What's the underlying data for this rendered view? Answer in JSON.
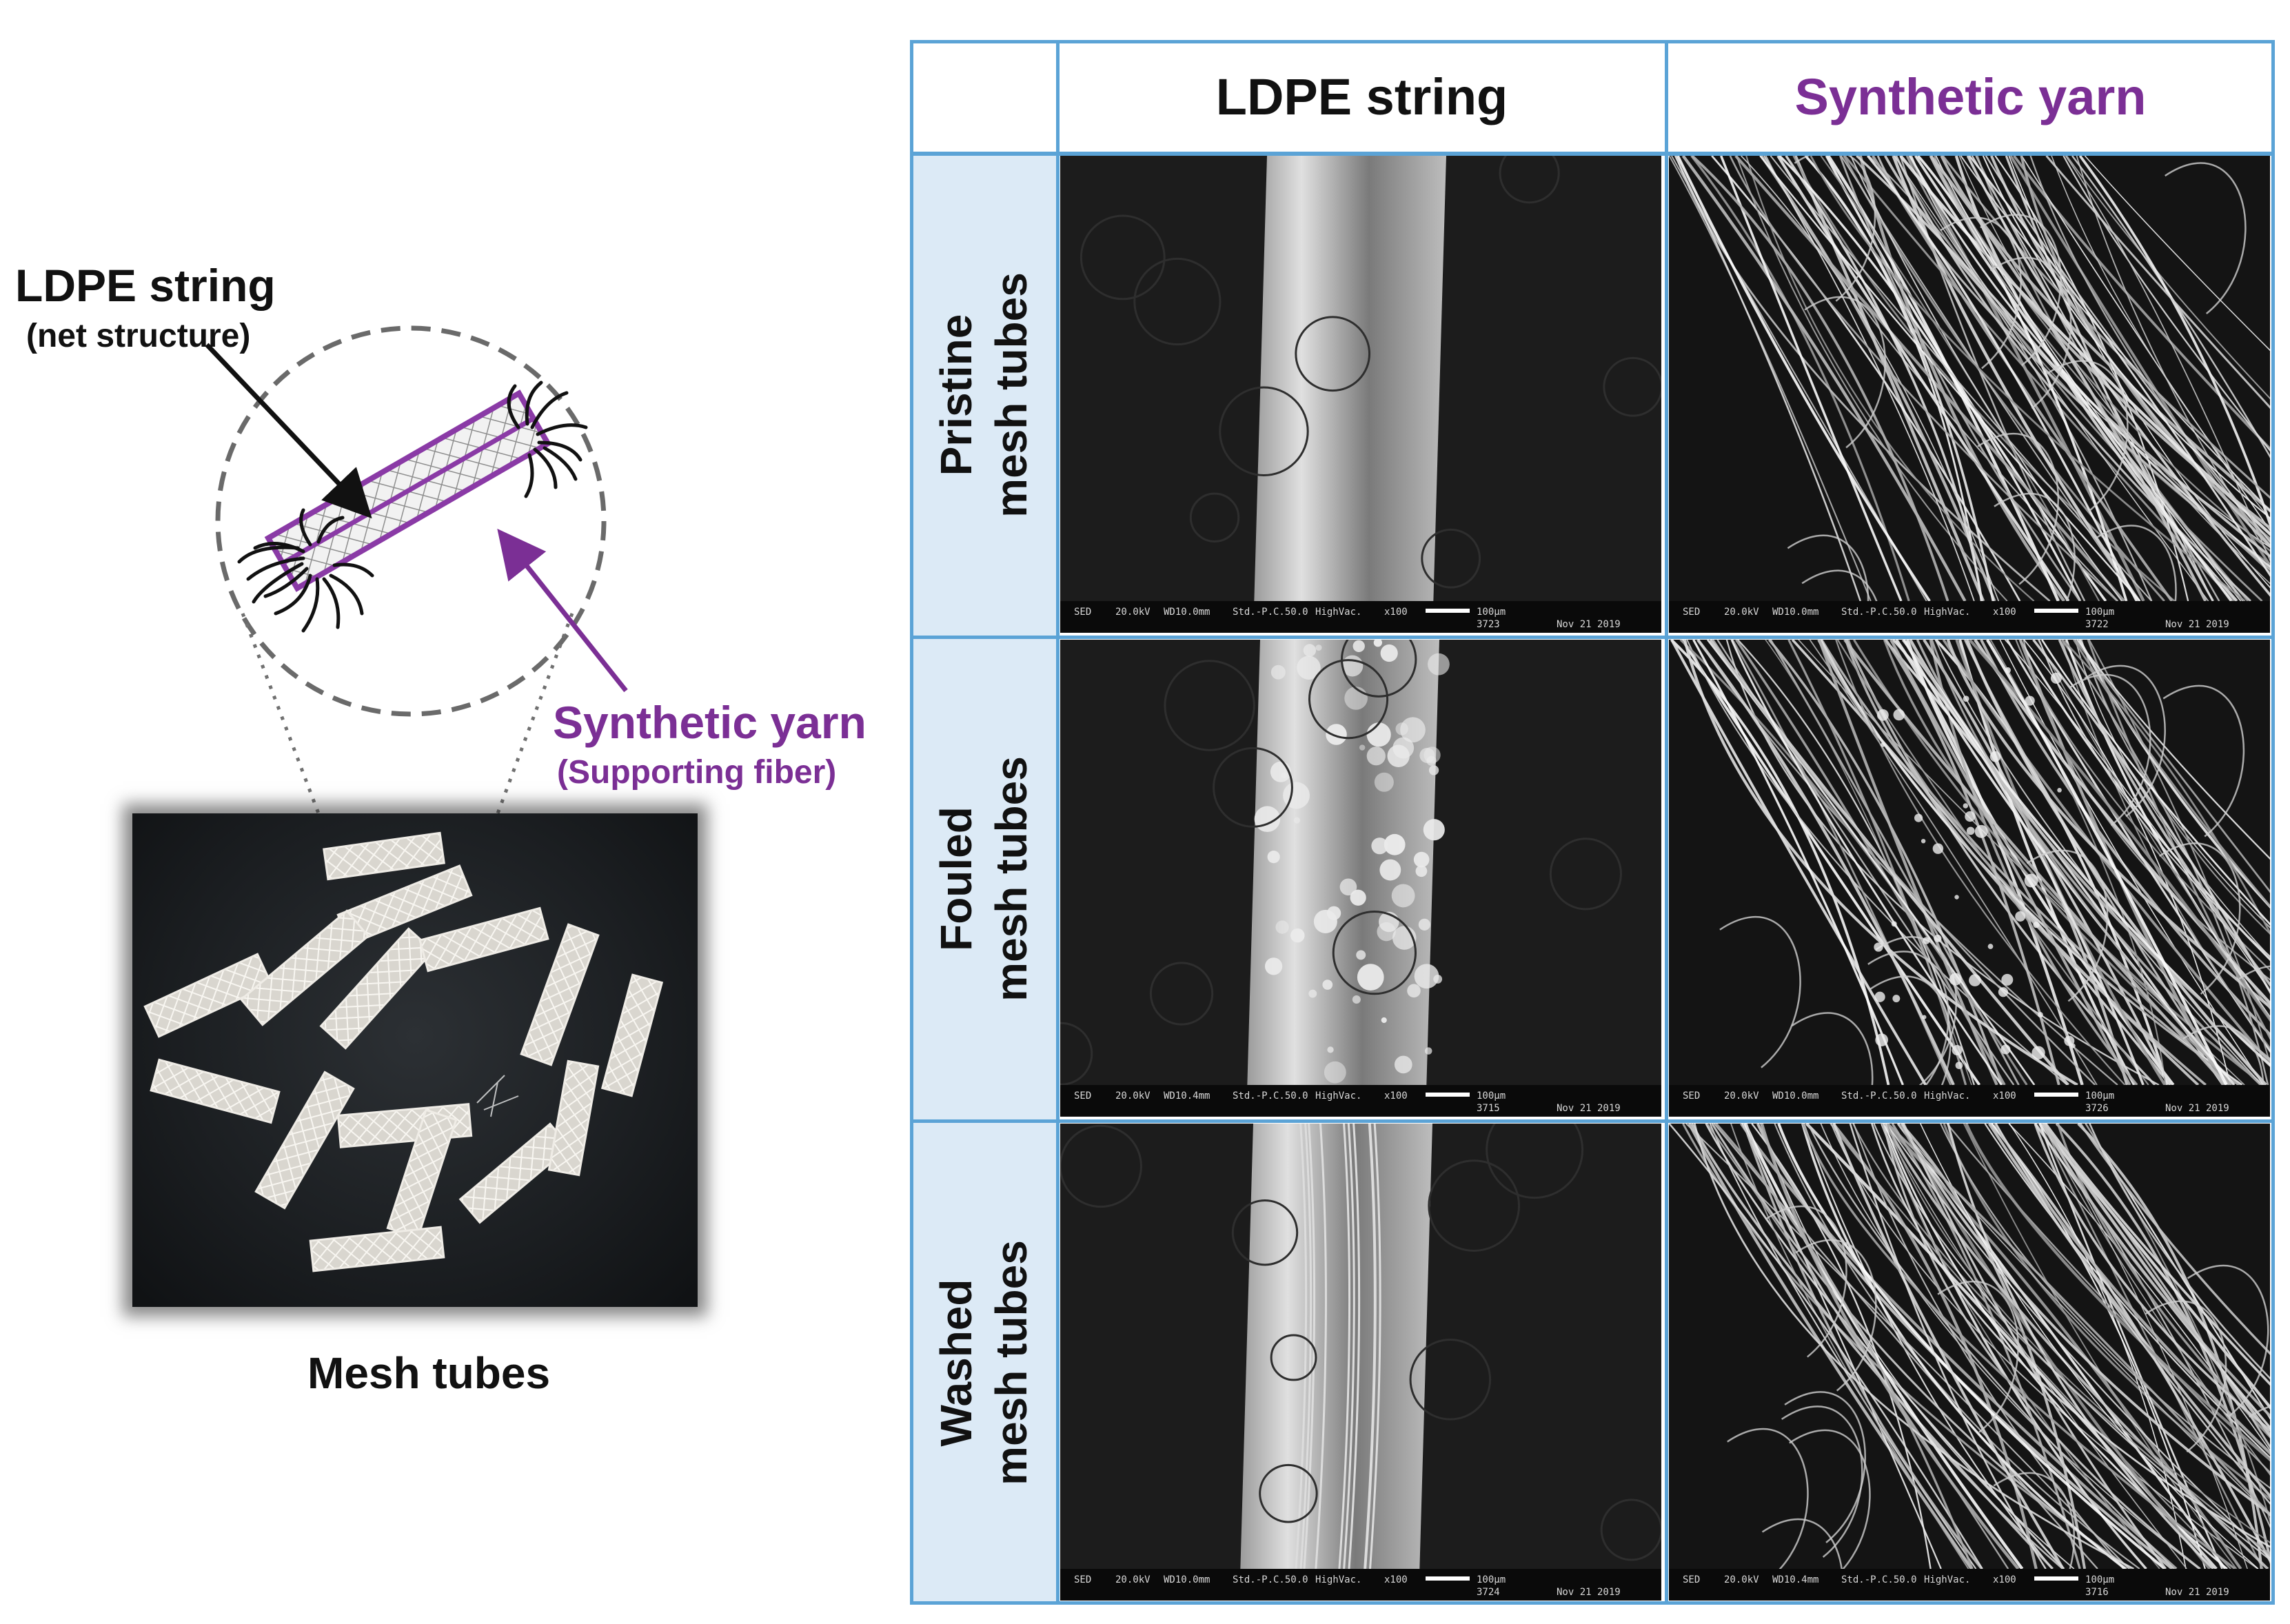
{
  "schematic": {
    "ldpe_label": "LDPE string",
    "ldpe_sublabel": "(net structure)",
    "yarn_label": "Synthetic yarn",
    "yarn_sublabel": "(Supporting fiber)",
    "photo_caption": "Mesh tubes"
  },
  "table": {
    "columns": [
      "LDPE string",
      "Synthetic yarn"
    ],
    "rows": [
      {
        "line1": "Pristine",
        "line2": "mesh tubes"
      },
      {
        "line1": "Fouled",
        "line2": "mesh tubes"
      },
      {
        "line1": "Washed",
        "line2": "mesh tubes"
      }
    ],
    "sem_info": [
      {
        "ldpe": {
          "wd": "WD10.0mm",
          "id": "3723",
          "date": "Nov 21 2019"
        },
        "yarn": {
          "wd": "WD10.0mm",
          "id": "3722",
          "date": "Nov 21 2019"
        }
      },
      {
        "ldpe": {
          "wd": "WD10.4mm",
          "id": "3715",
          "date": "Nov 21 2019"
        },
        "yarn": {
          "wd": "WD10.0mm",
          "id": "3726",
          "date": "Nov 21 2019"
        }
      },
      {
        "ldpe": {
          "wd": "WD10.0mm",
          "id": "3724",
          "date": "Nov 21 2019"
        },
        "yarn": {
          "wd": "WD10.4mm",
          "id": "3716",
          "date": "Nov 21 2019"
        }
      }
    ],
    "sem_common": {
      "detector": "SED",
      "kv": "20.0kV",
      "std": "Std.-P.C.50.0",
      "vac": "HighVac.",
      "mag": "x100",
      "scale": "100μm"
    }
  },
  "colors": {
    "yarn_accent": "#7b2f95",
    "grid_line": "#5ba3d6",
    "row_header_bg": "#dceaf6"
  }
}
